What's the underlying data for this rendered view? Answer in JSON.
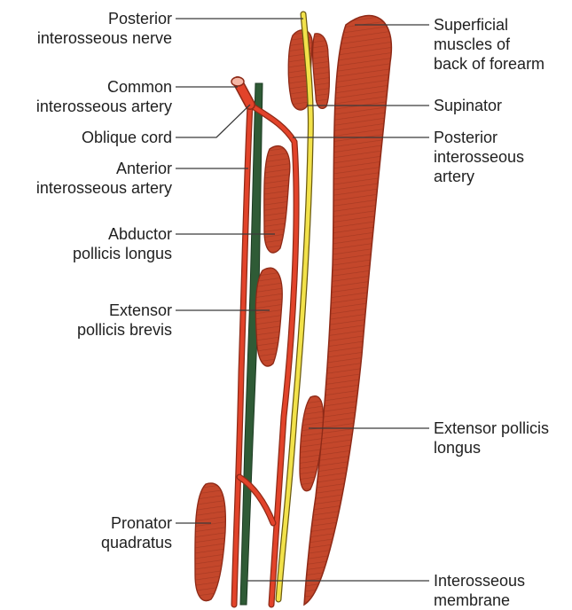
{
  "colors": {
    "muscle": "#c4472b",
    "muscle_dark": "#8e2a17",
    "artery": "#e2432a",
    "nerve": "#f2e24a",
    "membrane": "#2f5b36",
    "leader": "#3a3a3a"
  },
  "labels": {
    "posterior_interosseous_nerve": [
      "Posterior",
      "interosseous nerve"
    ],
    "common_interosseous_artery": [
      "Common",
      "interosseous artery"
    ],
    "oblique_cord": [
      "Oblique cord"
    ],
    "anterior_interosseous_artery": [
      "Anterior",
      "interosseous artery"
    ],
    "abductor_pollicis_longus": [
      "Abductor",
      "pollicis longus"
    ],
    "extensor_pollicis_brevis": [
      "Extensor",
      "pollicis brevis"
    ],
    "pronator_quadratus": [
      "Pronator",
      "quadratus"
    ],
    "superficial_muscles": [
      "Superficial",
      "muscles of",
      "back of forearm"
    ],
    "supinator": [
      "Supinator"
    ],
    "posterior_interosseous_artery": [
      "Posterior",
      "interosseous",
      "artery"
    ],
    "extensor_pollicis_longus": [
      "Extensor pollicis",
      "longus"
    ],
    "interosseous_membrane": [
      "Interosseous",
      "membrane"
    ]
  }
}
